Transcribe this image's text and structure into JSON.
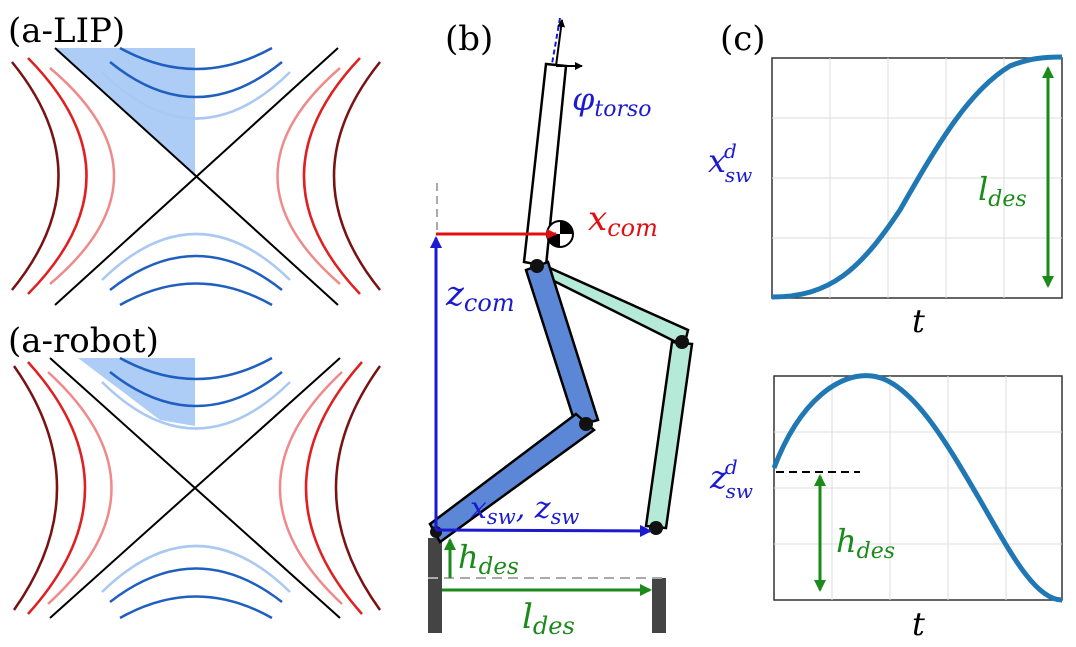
{
  "panel_a": {
    "label_top": "(a-LIP)",
    "label_bottom": "(a-robot)",
    "colors": {
      "dark_red": "#7a1212",
      "red": "#e02020",
      "light_red": "#f08a8a",
      "dark_blue": "#1f5fbf",
      "blue": "#3a7de0",
      "light_blue": "#a9c8f2",
      "fill_blue": "#9fc3f5",
      "asymptote": "#000000"
    }
  },
  "panel_b": {
    "label": "(b)",
    "phi_torso": "φ",
    "phi_sub": "torso",
    "x_com": "x",
    "x_com_sub": "com",
    "z_com": "z",
    "z_com_sub": "com",
    "x_sw": "x",
    "x_sw_sub": "sw",
    "sep": ", ",
    "z_sw": "z",
    "z_sw_sub": "sw",
    "h_des": "h",
    "h_des_sub": "des",
    "l_des": "l",
    "l_des_sub": "des",
    "colors": {
      "stance_leg": "#5b87d6",
      "swing_leg": "#b5ead9",
      "torso": "#ffffff",
      "x_arrow": "#e01010",
      "z_arrow": "#1a1ad0",
      "des_arrow": "#1a8a1a",
      "ground": "#444444"
    }
  },
  "panel_c": {
    "label": "(c)",
    "top_ylabel": "x",
    "top_ylabel_sup": "d",
    "top_ylabel_sub": "sw",
    "top_xlabel": "t",
    "top_annotation": "l",
    "top_annotation_sub": "des",
    "bottom_ylabel": "z",
    "bottom_ylabel_sup": "d",
    "bottom_ylabel_sub": "sw",
    "bottom_xlabel": "t",
    "bottom_annotation": "h",
    "bottom_annotation_sub": "des",
    "colors": {
      "curve": "#1f77b4",
      "grid": "#dddddd",
      "annotation": "#1a8a1a",
      "ylabel": "#1a1ad0"
    }
  }
}
